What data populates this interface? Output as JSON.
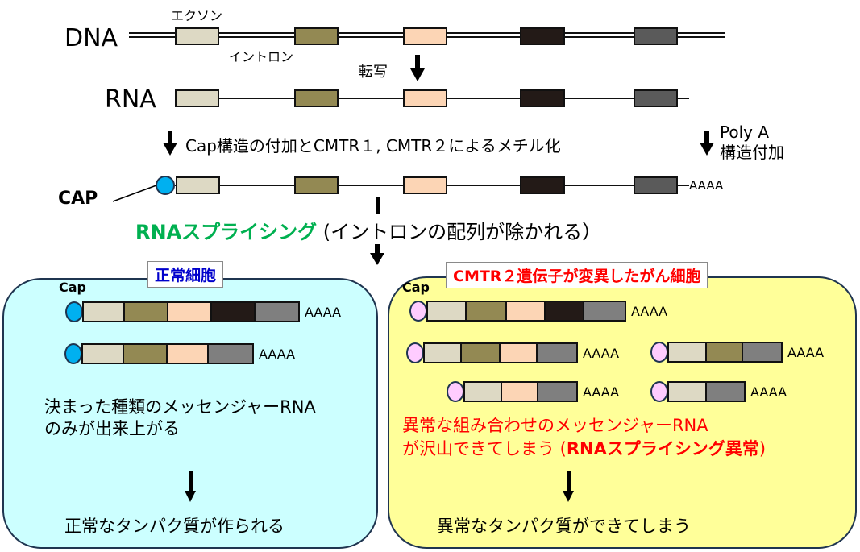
{
  "colors": {
    "exon1": "#ddd9c4",
    "exon2": "#938953",
    "exon3": "#fcd5b5",
    "exon4": "#231a17",
    "exon5": "#5a5a5a",
    "exon5_mrna": "#7f7f7f",
    "cap_normal": "#00b0f0",
    "cap_cancer": "#ffccff",
    "splicing_green": "#00b050",
    "normal_panel_bg": "#ccffff",
    "cancer_panel_bg": "#ffff99",
    "normal_title": "#0000cc",
    "cancer_red": "#ff0000"
  },
  "top": {
    "dna_label": "DNA",
    "rna_label": "RNA",
    "exon_label": "エクソン",
    "intron_label": "イントロン",
    "transcription_label": "転写",
    "cap_step_label": "Cap構造の付加とCMTR１, CMTR２によるメチル化",
    "polya_step_line1": "Poly A",
    "polya_step_line2": "構造付加",
    "cap_label": "CAP",
    "polya_tail": "AAAA",
    "splicing_label": "RNAスプライシング",
    "splicing_note": "(イントロンの配列が除かれる）"
  },
  "normal": {
    "title": "正常細胞",
    "cap_label": "Cap",
    "mrnas": [
      {
        "segments": [
          "exon1",
          "exon2",
          "exon3",
          "exon4",
          "exon5_mrna"
        ],
        "tail": "AAAA"
      },
      {
        "segments": [
          "exon1",
          "exon2",
          "exon3",
          "exon5_mrna"
        ],
        "tail": "AAAA"
      }
    ],
    "result_line1": "決まった種類のメッセンジャーRNA",
    "result_line2": "のみが出来上がる",
    "outcome": "正常なタンパク質が作られる"
  },
  "cancer": {
    "title": "CMTR２遺伝子が変異したがん細胞",
    "cap_label": "Cap",
    "mrnas": [
      {
        "segments": [
          "exon1",
          "exon2",
          "exon3",
          "exon4",
          "exon5_mrna"
        ],
        "tail": "AAAA"
      },
      {
        "segments": [
          "exon1",
          "exon2",
          "exon3",
          "exon5_mrna"
        ],
        "tail": "AAAA"
      },
      {
        "segments": [
          "exon1",
          "exon2",
          "exon5_mrna"
        ],
        "tail": "AAAA"
      },
      {
        "segments": [
          "exon1",
          "exon3",
          "exon5_mrna"
        ],
        "tail": "AAAA"
      },
      {
        "segments": [
          "exon1",
          "exon5_mrna"
        ],
        "tail": "AAAA"
      }
    ],
    "result_line1": "異常な組み合わせのメッセンジャーRNA",
    "result_line2_prefix": "が沢山できてしまう (",
    "result_line2_bold": "RNAスプライシング異常",
    "result_line2_suffix": ")",
    "outcome": "異常なタンパク質ができてしまう"
  }
}
